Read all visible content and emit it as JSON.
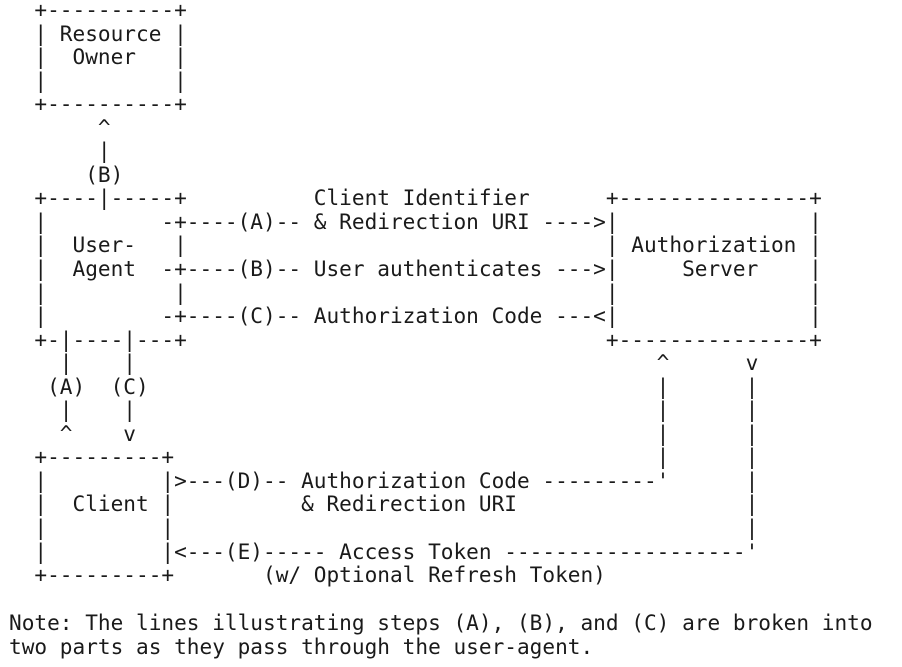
{
  "diagram": {
    "lines": [
      "  +----------+",
      "  | Resource |",
      "  |  Owner   |",
      "  |          |",
      "  +----------+",
      "       ^",
      "       |",
      "      (B)",
      "  +----|-----+          Client Identifier      +---------------+",
      "  |         -+----(A)-- & Redirection URI ---->|               |",
      "  |  User-   |                                 | Authorization |",
      "  |  Agent  -+----(B)-- User authenticates --->|     Server    |",
      "  |          |                                 |               |",
      "  |         -+----(C)-- Authorization Code ---<|               |",
      "  +-|----|---+                                 +---------------+",
      "    |    |                                         ^      v",
      "   (A)  (C)                                        |      |",
      "    |    |                                         |      |",
      "    ^    v                                         |      |",
      "  +---------+                                      |      |",
      "  |         |>---(D)-- Authorization Code ---------'      |",
      "  |  Client |          & Redirection URI                  |",
      "  |         |                                             |",
      "  |         |<---(E)----- Access Token -------------------'",
      "  +---------+       (w/ Optional Refresh Token)"
    ]
  },
  "note": {
    "lines": [
      "Note: The lines illustrating steps (A), (B), and (C) are broken into",
      "two parts as they pass through the user-agent."
    ]
  }
}
